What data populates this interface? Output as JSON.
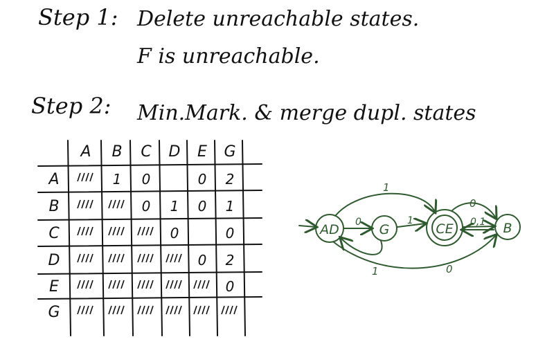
{
  "step1": {
    "title": "Step 1:",
    "text": "Delete unreachable states.",
    "note": "F is unreachable."
  },
  "step2": {
    "title": "Step 2:",
    "text": "Min.Mark. & merge dupl. states"
  },
  "table": {
    "col_headers": [
      "A",
      "B",
      "C",
      "D",
      "E",
      "G"
    ],
    "row_headers": [
      "A",
      "B",
      "C",
      "D",
      "E",
      "G"
    ],
    "cells": [
      [
        "xx",
        "1",
        "0",
        "",
        "0",
        "2"
      ],
      [
        "xx",
        "xx",
        "0",
        "1",
        "0",
        "1"
      ],
      [
        "xx",
        "xx",
        "xx",
        "0",
        "",
        "0"
      ],
      [
        "xx",
        "xx",
        "xx",
        "xx",
        "0",
        "2"
      ],
      [
        "xx",
        "xx",
        "xx",
        "xx",
        "xx",
        "0"
      ],
      [
        "xx",
        "xx",
        "xx",
        "xx",
        "xx",
        "xx"
      ]
    ]
  },
  "dfa": {
    "states": [
      "AD",
      "G",
      "CE",
      "B"
    ],
    "edge_labels": {
      "ad_g": "0",
      "g_ce": "1",
      "ce_b": "0,1",
      "ad_ce_top": "1",
      "ce_b_top": "0",
      "g_ad": "1",
      "ad_b_bottom": "0"
    }
  },
  "colors": {
    "ink": "#111111",
    "diagram": "#2f5a2f"
  }
}
